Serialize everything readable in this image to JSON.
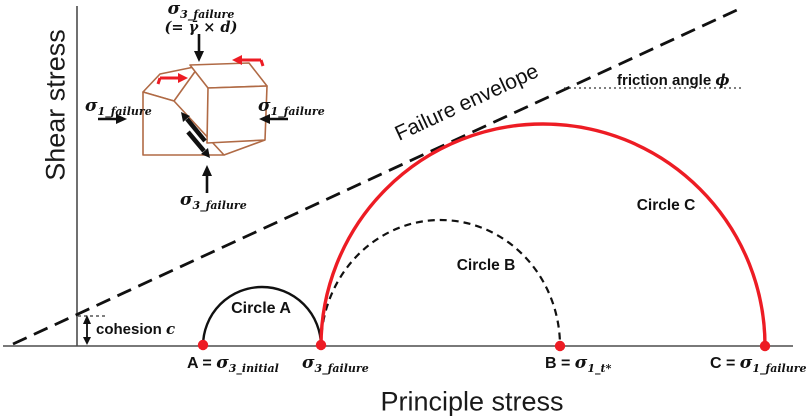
{
  "figure": {
    "y_axis_label": "Shear stress",
    "x_axis_label": "Principle stress"
  },
  "labels": {
    "failure_envelope": "Failure envelope",
    "friction_angle": {
      "text": "friction angle ",
      "symbol": "ϕ"
    },
    "cohesion": {
      "text": "cohesion ",
      "symbol": "c"
    },
    "circle_a": "Circle A",
    "circle_b": "Circle B",
    "circle_c": "Circle C"
  },
  "points": {
    "a": {
      "prefix": "A = ",
      "sigma": "σ",
      "sub": "3_initial"
    },
    "sigma3_failure": {
      "prefix": "",
      "sigma": "σ",
      "sub": "3_failure"
    },
    "b": {
      "prefix": "B = ",
      "sigma": "σ",
      "sub": "1_t*"
    },
    "c": {
      "prefix": "C = ",
      "sigma": "σ",
      "sub": "1_failure"
    }
  },
  "inset": {
    "top": {
      "sigma": "σ",
      "sub": "3_failure"
    },
    "formula": "(= γ̄ × d)",
    "left": {
      "sigma": "σ",
      "sub": "1_failure"
    },
    "right": {
      "sigma": "σ",
      "sub": "1_failure"
    },
    "bottom": {
      "sigma": "σ",
      "sub": "3_failure"
    }
  },
  "colors": {
    "highlight_red": "#ed1c24",
    "block_brown": "#b06a45",
    "axis_gray": "#4d4d4d",
    "ink_black": "#111111"
  }
}
